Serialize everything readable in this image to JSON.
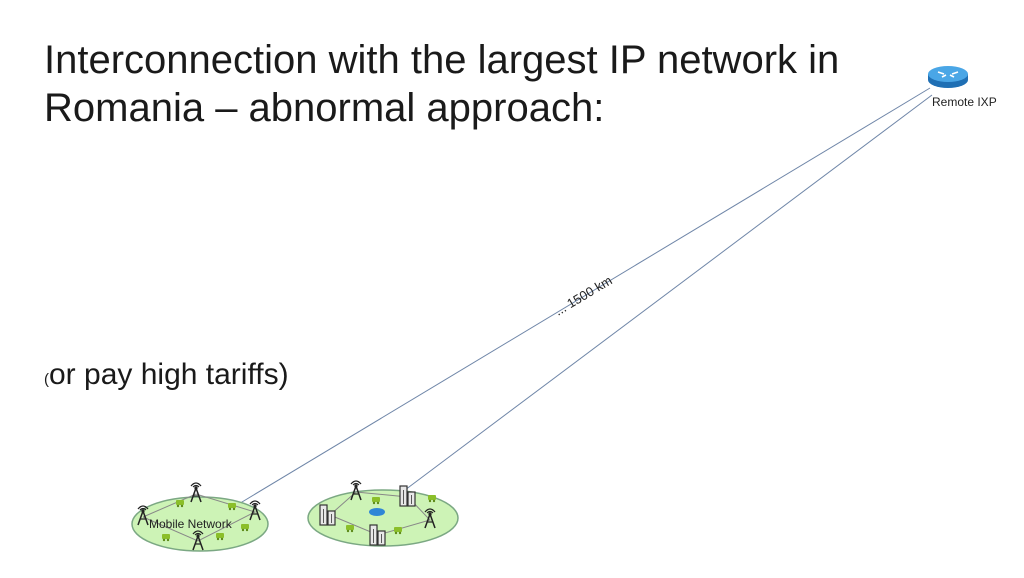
{
  "slide": {
    "title_line1": "Interconnection with the largest IP network in",
    "title_line2": "Romania – abnormal approach:",
    "note_paren": "(",
    "note_text": "or pay high tariffs)"
  },
  "diagram": {
    "router_label": "Remote IXP",
    "mobile_label": "Mobile Network",
    "distance_label": "... 1500 km",
    "colors": {
      "link": "#6f86a8",
      "cloud_fill": "#cdf3b6",
      "cloud_stroke": "#7ba883",
      "router": "#3a95d8",
      "green_icon": "#8bbf2a"
    }
  }
}
